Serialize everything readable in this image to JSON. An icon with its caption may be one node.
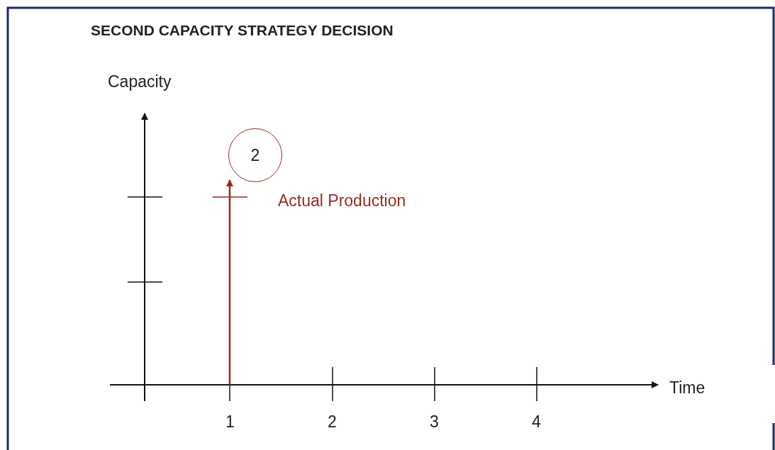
{
  "diagram": {
    "title": "SECOND CAPACITY STRATEGY DECISION",
    "nodes": [
      {
        "text": [
          "2"
        ]
      }
    ],
    "labels": [
      "Capacity",
      "Actual Production",
      "Time",
      "1",
      "2",
      "3",
      "4"
    ]
  }
}
